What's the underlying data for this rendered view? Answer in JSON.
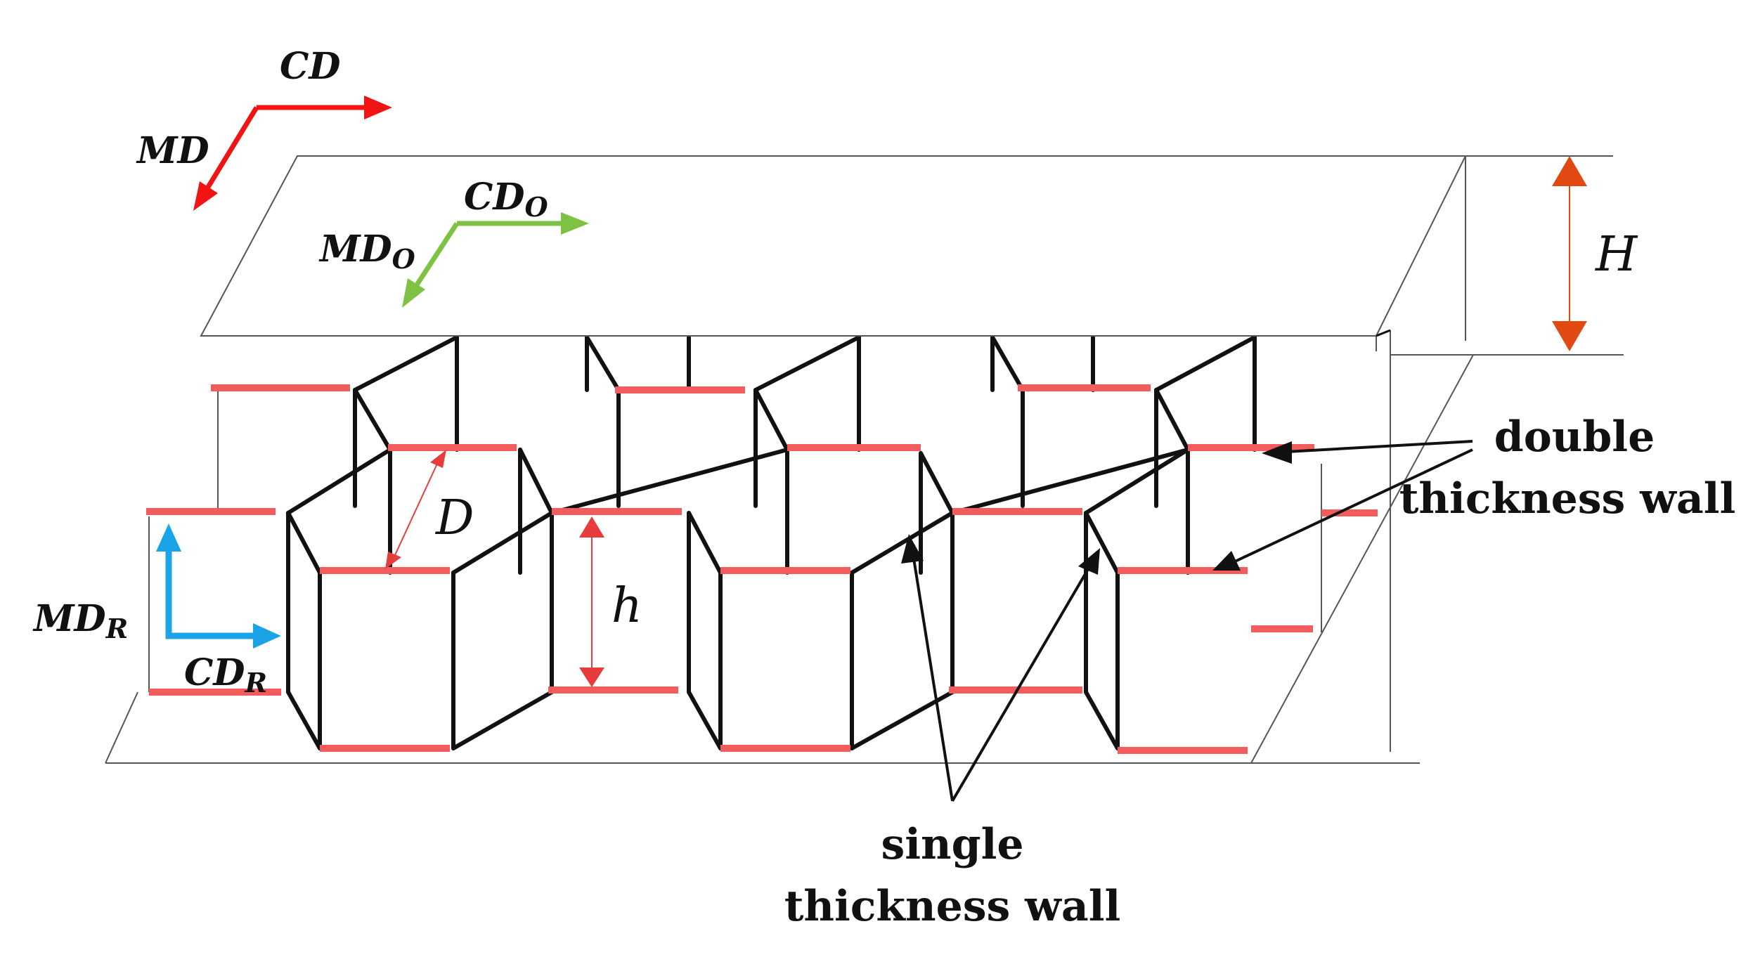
{
  "axes": {
    "global": {
      "cd": "CD",
      "md": "MD",
      "color": "#f01414"
    },
    "orientation": {
      "cd": "CD",
      "cd_sub": "O",
      "md": "MD",
      "md_sub": "O",
      "color": "#7dc242"
    },
    "ring": {
      "cd": "CD",
      "cd_sub": "R",
      "md": "MD",
      "md_sub": "R",
      "color": "#1aa3e6"
    }
  },
  "dimensions": {
    "panel_height": "H",
    "cell_size": "D",
    "wall_height": "h",
    "panel_height_color": "#e04a10",
    "inner_dim_color": "#e83c3c"
  },
  "callouts": {
    "double_wall_line1": "double",
    "double_wall_line2": "thickness wall",
    "single_wall_line1": "single",
    "single_wall_line2": "thickness wall"
  },
  "colors": {
    "double_wall": "#f25c5c",
    "single_wall": "#111111",
    "outline": "#555555"
  }
}
